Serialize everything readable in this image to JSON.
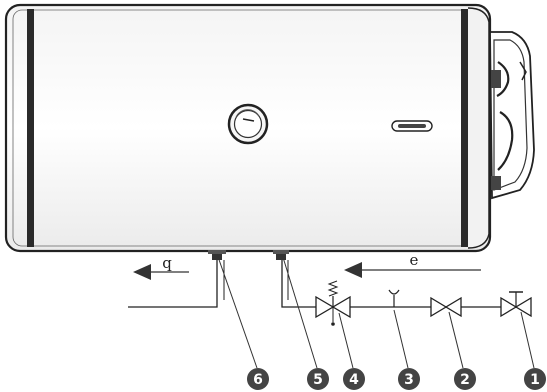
{
  "flow_out_label": "q",
  "flow_in_label": "e",
  "callouts": [
    "1",
    "2",
    "3",
    "4",
    "5",
    "6"
  ]
}
